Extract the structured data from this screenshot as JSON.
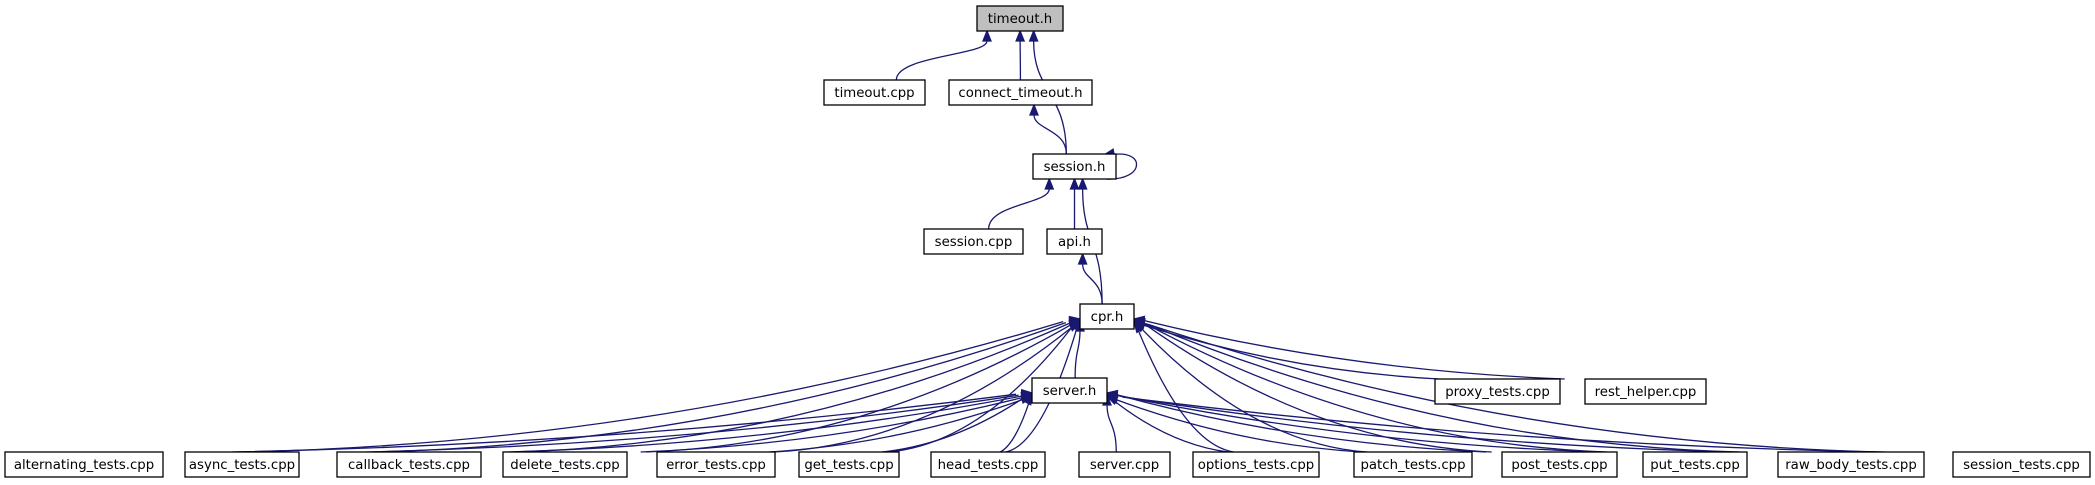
{
  "diagram": {
    "type": "include-dependency-graph",
    "root": "timeout_h",
    "colors": {
      "edge": "#191970",
      "root_fill": "#bfbfbf",
      "node_fill": "#ffffff",
      "node_border": "#000000"
    },
    "nodes": [
      {
        "id": "timeout_h",
        "label": "timeout.h",
        "root": true
      },
      {
        "id": "timeout_cpp",
        "label": "timeout.cpp"
      },
      {
        "id": "connect_timeout_h",
        "label": "connect_timeout.h"
      },
      {
        "id": "session_h",
        "label": "session.h"
      },
      {
        "id": "session_cpp",
        "label": "session.cpp"
      },
      {
        "id": "api_h",
        "label": "api.h"
      },
      {
        "id": "cpr_h",
        "label": "cpr.h"
      },
      {
        "id": "server_h",
        "label": "server.h"
      },
      {
        "id": "proxy_tests_cpp",
        "label": "proxy_tests.cpp"
      },
      {
        "id": "rest_helper_cpp",
        "label": "rest_helper.cpp"
      },
      {
        "id": "alternating_tests_cpp",
        "label": "alternating_tests.cpp"
      },
      {
        "id": "async_tests_cpp",
        "label": "async_tests.cpp"
      },
      {
        "id": "callback_tests_cpp",
        "label": "callback_tests.cpp"
      },
      {
        "id": "delete_tests_cpp",
        "label": "delete_tests.cpp"
      },
      {
        "id": "error_tests_cpp",
        "label": "error_tests.cpp"
      },
      {
        "id": "get_tests_cpp",
        "label": "get_tests.cpp"
      },
      {
        "id": "head_tests_cpp",
        "label": "head_tests.cpp"
      },
      {
        "id": "server_cpp",
        "label": "server.cpp"
      },
      {
        "id": "options_tests_cpp",
        "label": "options_tests.cpp"
      },
      {
        "id": "patch_tests_cpp",
        "label": "patch_tests.cpp"
      },
      {
        "id": "post_tests_cpp",
        "label": "post_tests.cpp"
      },
      {
        "id": "put_tests_cpp",
        "label": "put_tests.cpp"
      },
      {
        "id": "raw_body_tests_cpp",
        "label": "raw_body_tests.cpp"
      },
      {
        "id": "session_tests_cpp",
        "label": "session_tests.cpp"
      }
    ],
    "edges": [
      {
        "from": "timeout_cpp",
        "to": "timeout_h"
      },
      {
        "from": "connect_timeout_h",
        "to": "timeout_h"
      },
      {
        "from": "session_h",
        "to": "timeout_h"
      },
      {
        "from": "session_h",
        "to": "connect_timeout_h"
      },
      {
        "from": "session_h",
        "to": "session_h"
      },
      {
        "from": "session_cpp",
        "to": "session_h"
      },
      {
        "from": "api_h",
        "to": "session_h"
      },
      {
        "from": "cpr_h",
        "to": "session_h"
      },
      {
        "from": "cpr_h",
        "to": "api_h"
      },
      {
        "from": "alternating_tests_cpp",
        "to": "cpr_h"
      },
      {
        "from": "async_tests_cpp",
        "to": "cpr_h"
      },
      {
        "from": "callback_tests_cpp",
        "to": "cpr_h"
      },
      {
        "from": "delete_tests_cpp",
        "to": "cpr_h"
      },
      {
        "from": "error_tests_cpp",
        "to": "cpr_h"
      },
      {
        "from": "get_tests_cpp",
        "to": "cpr_h"
      },
      {
        "from": "head_tests_cpp",
        "to": "cpr_h"
      },
      {
        "from": "server_h",
        "to": "cpr_h"
      },
      {
        "from": "options_tests_cpp",
        "to": "cpr_h"
      },
      {
        "from": "patch_tests_cpp",
        "to": "cpr_h"
      },
      {
        "from": "post_tests_cpp",
        "to": "cpr_h"
      },
      {
        "from": "put_tests_cpp",
        "to": "cpr_h"
      },
      {
        "from": "raw_body_tests_cpp",
        "to": "cpr_h"
      },
      {
        "from": "session_tests_cpp",
        "to": "cpr_h"
      },
      {
        "from": "proxy_tests_cpp",
        "to": "cpr_h"
      },
      {
        "from": "rest_helper_cpp",
        "to": "cpr_h"
      },
      {
        "from": "alternating_tests_cpp",
        "to": "server_h"
      },
      {
        "from": "async_tests_cpp",
        "to": "server_h"
      },
      {
        "from": "callback_tests_cpp",
        "to": "server_h"
      },
      {
        "from": "delete_tests_cpp",
        "to": "server_h"
      },
      {
        "from": "error_tests_cpp",
        "to": "server_h"
      },
      {
        "from": "get_tests_cpp",
        "to": "server_h"
      },
      {
        "from": "head_tests_cpp",
        "to": "server_h"
      },
      {
        "from": "server_cpp",
        "to": "server_h"
      },
      {
        "from": "options_tests_cpp",
        "to": "server_h"
      },
      {
        "from": "patch_tests_cpp",
        "to": "server_h"
      },
      {
        "from": "post_tests_cpp",
        "to": "server_h"
      },
      {
        "from": "put_tests_cpp",
        "to": "server_h"
      },
      {
        "from": "raw_body_tests_cpp",
        "to": "server_h"
      },
      {
        "from": "session_tests_cpp",
        "to": "server_h"
      }
    ]
  }
}
